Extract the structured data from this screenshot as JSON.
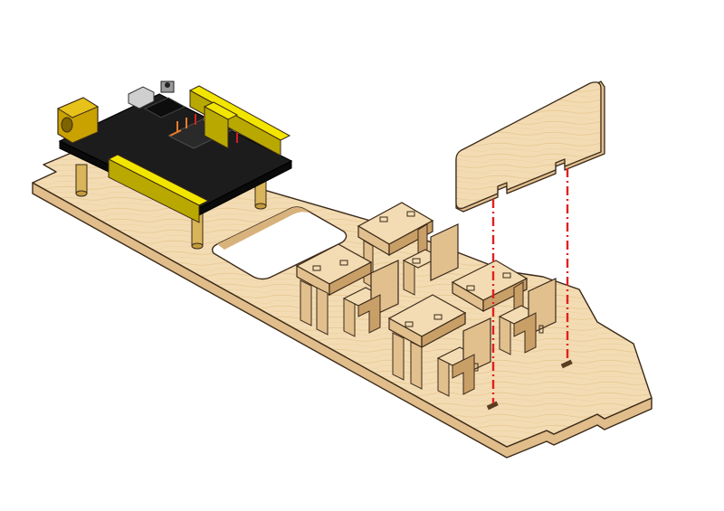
{
  "diagram": {
    "kind": "assembly-illustration",
    "assembly_step": {
      "insert_part": "wooden-back-panel",
      "target": "base-board-slots",
      "guide_line_style": "red-dash-dot"
    },
    "colors": {
      "background": "#ffffff",
      "wood_top": "#f3dcb3",
      "wood_side": "#e2c08e",
      "wood_dark": "#c99f68",
      "outline": "#3b2a1a",
      "pcb": "#1c1c1c",
      "pcb_side": "#0a0a0a",
      "header_yellow": "#f2e600",
      "header_shadow": "#b9a800",
      "pin_orange": "#e87b2a",
      "pin_red": "#d42020",
      "dc_jack": "#c9a200",
      "brass_standoff": "#d8b45a",
      "guide_line": "#e02020"
    },
    "components": {
      "base_board": "base-plate",
      "controller_board": "expansion-board",
      "desks": 4,
      "chairs": 4
    }
  }
}
